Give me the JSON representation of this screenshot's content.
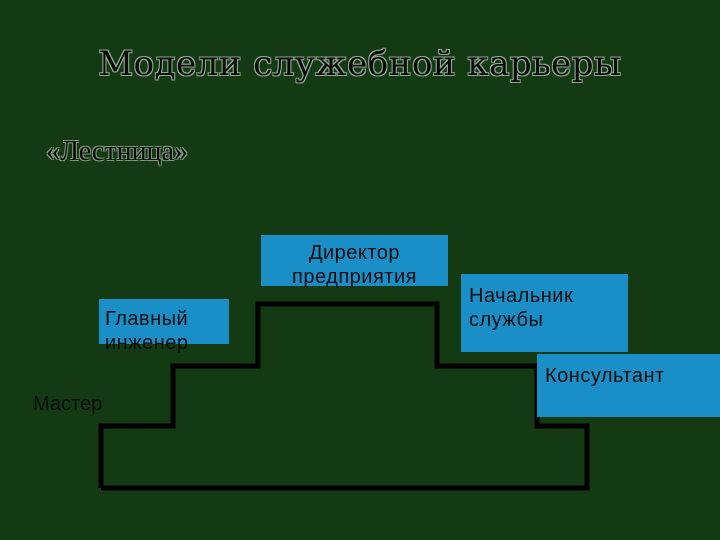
{
  "slide": {
    "title": "Модели служебной карьеры",
    "subtitle": "«Лестница»"
  },
  "diagram": {
    "director": "Директор предприятия",
    "chief_engineer": "Главный инженер",
    "master": "Мастер",
    "head_of_service": "Начальник службы",
    "consultant": "Консультант"
  },
  "colors": {
    "background": "#133a13",
    "box": "#1a8fc7",
    "line": "#000000"
  }
}
